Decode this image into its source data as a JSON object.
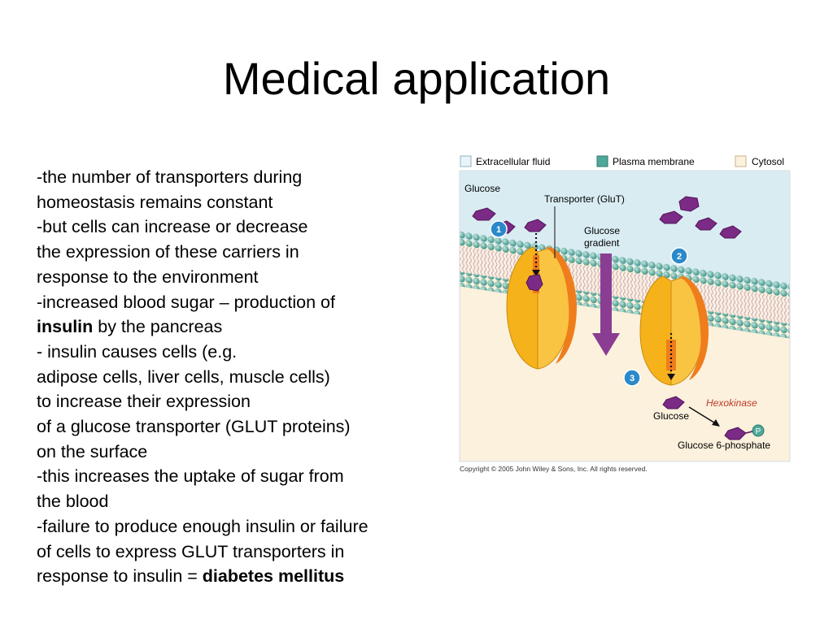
{
  "slide": {
    "title": "Medical application"
  },
  "body": {
    "lines": [
      "-the number of transporters during",
      "homeostasis remains constant",
      "-but cells can increase or decrease",
      "the expression of these carriers in",
      "response to the environment",
      "-increased blood sugar – production of",
      {
        "bold": "insulin",
        "rest": " by the pancreas"
      },
      "- insulin causes cells (e.g.",
      "adipose cells, liver cells, muscle cells)",
      "to increase their expression",
      "of a glucose transporter (GLUT proteins)",
      "on the surface",
      "-this increases the uptake of sugar from",
      "the blood",
      "-failure to produce enough insulin or failure",
      "of cells to express GLUT transporters in",
      {
        "pre": "response to insulin = ",
        "bold": "diabetes mellitus"
      }
    ]
  },
  "figure": {
    "legend": {
      "extracellular": "Extracellular fluid",
      "membrane": "Plasma membrane",
      "cytosol": "Cytosol"
    },
    "labels": {
      "glucose_top": "Glucose",
      "transporter": "Transporter (GluT)",
      "gradient_1": "Glucose",
      "gradient_2": "gradient",
      "step1": "1",
      "step2": "2",
      "step3": "3",
      "hexokinase": "Hexokinase",
      "glucose_bottom": "Glucose",
      "g6p": "Glucose 6-phosphate",
      "phosphate": "P"
    },
    "copyright": "Copyright © 2005 John Wiley & Sons, Inc.  All rights reserved.",
    "colors": {
      "extracellular": "#d9ecf2",
      "cytosol": "#fbf1dc",
      "membrane_head": "#4fa89a",
      "transporter": "#f6b21a",
      "transporter_inner": "#ef7d1c",
      "glucose": "#7b2a86",
      "step_badge": "#2a89c9",
      "gradient_arrow": "#8a3d92"
    }
  }
}
